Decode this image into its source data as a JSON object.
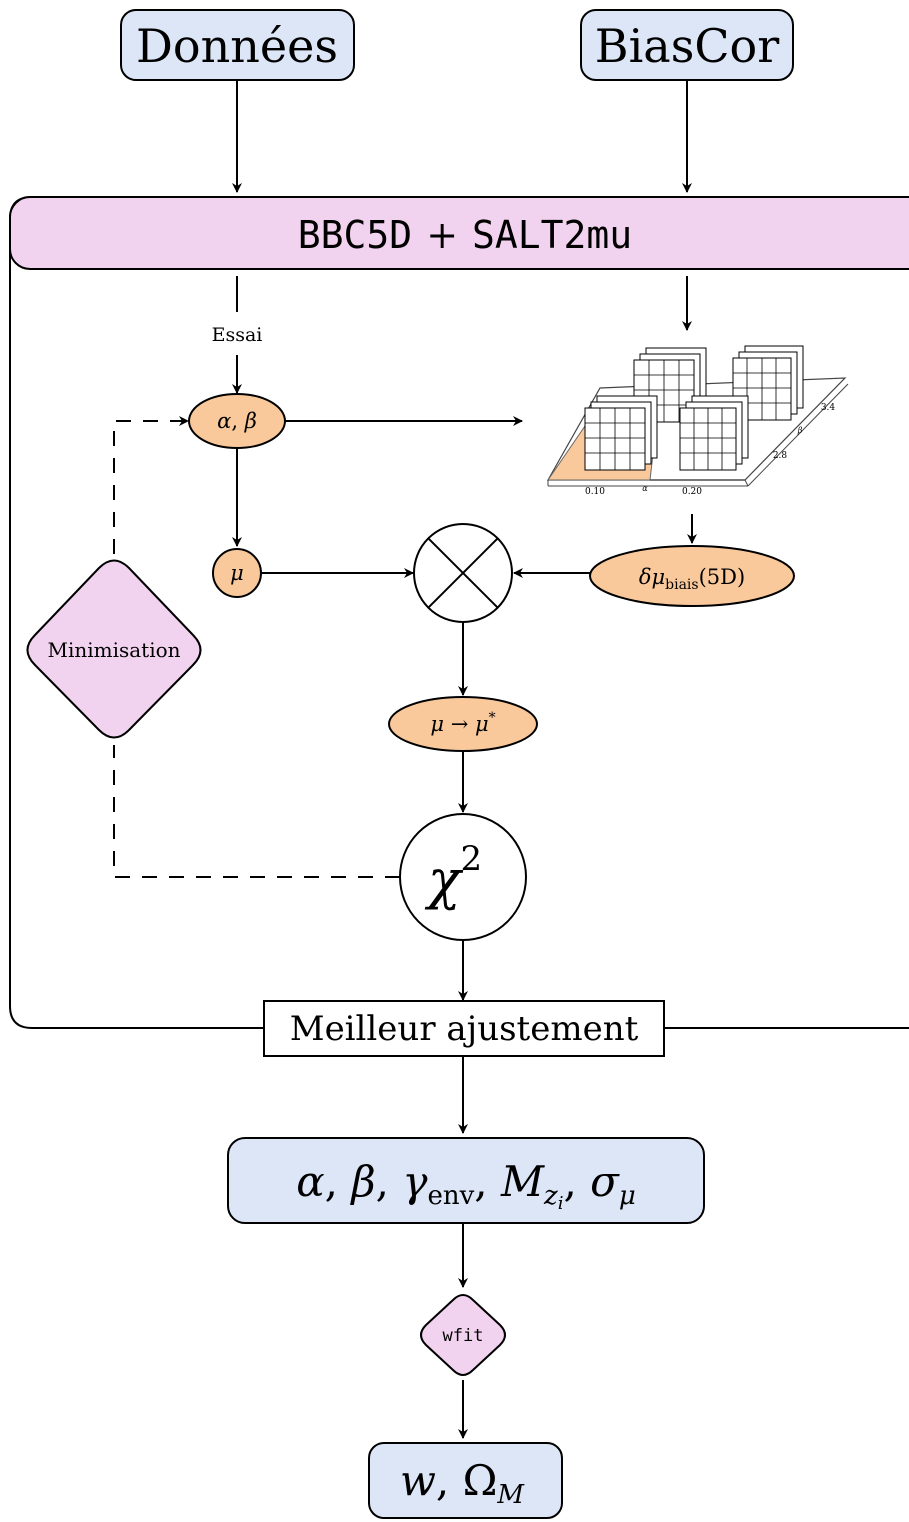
{
  "inputs": {
    "data_label": "Données",
    "biascor_label": "BiasCor"
  },
  "main_box": {
    "label_part1": "BBC5D",
    "label_plus": "+",
    "label_part2": "SALT2mu"
  },
  "edge_labels": {
    "trial": "Essai"
  },
  "nodes": {
    "alpha_beta": {
      "alpha": "α",
      "sep": ", ",
      "beta": "β"
    },
    "mu": "μ",
    "bias_correction": {
      "delta_mu": "δμ",
      "sub": "biais",
      "suffix": "(5D)"
    },
    "mu_star": {
      "mu": "μ",
      "arrow": " → ",
      "mu2": "μ",
      "sup": "*"
    },
    "chi2": {
      "base": "χ",
      "sup": "2"
    },
    "minimisation": "Minimisation",
    "best_fit": "Meilleur ajustement",
    "wfit": "wfit"
  },
  "grid_plot": {
    "alpha_ticks": [
      "0.10",
      "0.20"
    ],
    "alpha_axis": "α",
    "beta_ticks": [
      "2.8",
      "3.4"
    ],
    "beta_axis": "β"
  },
  "outputs": {
    "params": {
      "alpha": "α",
      "c1": ", ",
      "beta": "β",
      "c2": ", ",
      "gamma": "γ",
      "gamma_sub": "env",
      "c3": ", ",
      "m": "M",
      "m_sub": "z",
      "m_subsub": "i",
      "c4": ", ",
      "sigma": "σ",
      "sigma_sub": "μ"
    },
    "cosmo": {
      "w": "w",
      "sep": ", ",
      "omega": "Ω",
      "omega_sub": "M"
    }
  },
  "colors": {
    "blue_fill": "#dce6f7",
    "pink_fill": "#f2d3ef",
    "orange_fill": "#f9c99c",
    "stroke": "#000000"
  }
}
